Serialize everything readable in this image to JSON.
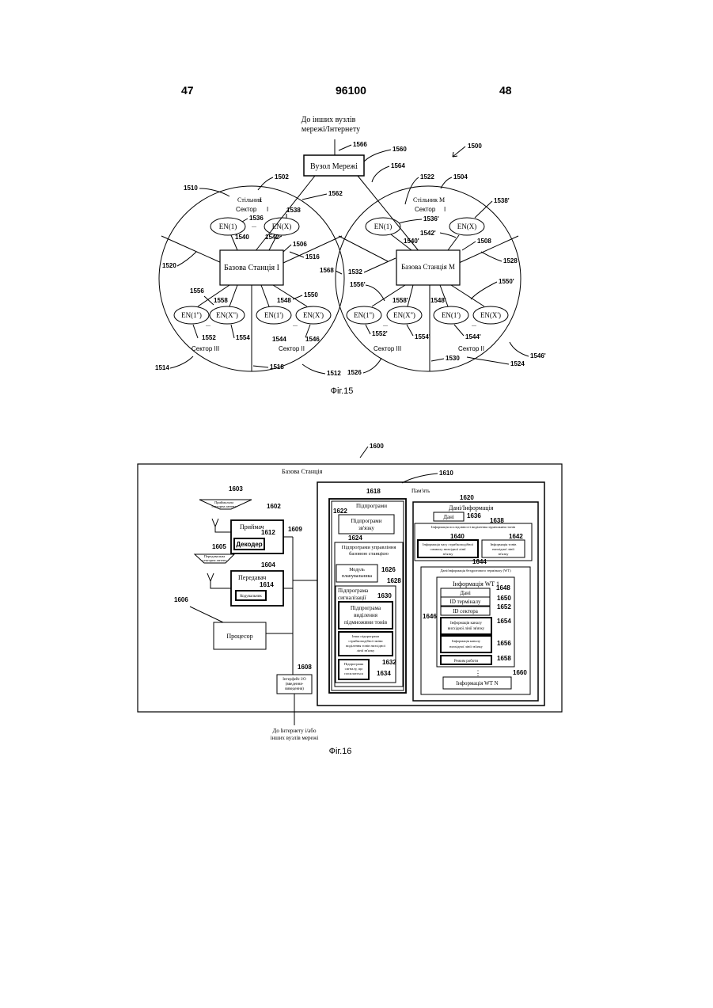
{
  "header": {
    "left_page": "47",
    "patent_number": "96100",
    "right_page": "48"
  },
  "fig15": {
    "caption": "Фіг.15",
    "top_label_line1": "До інших вузлів",
    "top_label_line2": "мережі/Інтернету",
    "network_node": "Вузол Мережі",
    "base_station_1": "Базова Станція І",
    "base_station_m": "Базова Станція М",
    "cell_1_label": "Стільник",
    "cell_1_num": "I",
    "cell_m_label": "Стільник",
    "cell_m_num": "M",
    "sector_1": "Сектор",
    "sector_1_num": "I",
    "sector_2": "Сектор II",
    "sector_3": "Сектор III",
    "en_1": "EN(1)",
    "en_x": "EN(X)",
    "en_1pp": "EN(1'')",
    "en_xpp": "EN(X'')",
    "en_1p": "EN(1')",
    "en_xp": "EN(X')",
    "dots": "...",
    "refs": {
      "r1500": "1500",
      "r1502": "1502",
      "r1504": "1504",
      "r1506": "1506",
      "r1508": "1508",
      "r1510": "1510",
      "r1512": "1512",
      "r1514": "1514",
      "r1516": "1516",
      "r1518": "1518",
      "r1520": "1520",
      "r1522": "1522",
      "r1524": "1524",
      "r1526": "1526",
      "r1528": "1528",
      "r1530": "1530",
      "r1532": "1532",
      "r1536": "1536",
      "r1536p": "1536'",
      "r1538": "1538",
      "r1538p": "1538'",
      "r1540": "1540",
      "r1540p": "1540'",
      "r1542": "1542",
      "r1542p": "1542'",
      "r1544": "1544",
      "r1544p": "1544'",
      "r1546": "1546",
      "r1546p": "1546'",
      "r1548": "1548",
      "r1548p": "1548'",
      "r1550": "1550",
      "r1550p": "1550'",
      "r1552": "1552",
      "r1552p": "1552'",
      "r1554": "1554",
      "r1554p": "1554'",
      "r1556": "1556",
      "r1556p": "1556'",
      "r1558": "1558",
      "r1558p": "1558'",
      "r1560": "1560",
      "r1562": "1562",
      "r1564": "1564",
      "r1566": "1566",
      "r1568": "1568"
    }
  },
  "fig16": {
    "caption": "Фіг.16",
    "base_station": "Базова Станція",
    "memory": "Пам'ять",
    "subroutines": "Підпрограми",
    "comm_routine_1": "Підпрограми",
    "comm_routine_2": "зв'язку",
    "bs_control_1": "Підпрограми управління",
    "bs_control_2": "базовою станцією",
    "scheduler_1": "Модуль",
    "scheduler_2": "планувальника",
    "signaling_1": "Підпрограма",
    "signaling_2": "сигналізації",
    "tone_alloc_1": "Підпрограма",
    "tone_alloc_2": "виділення",
    "tone_alloc_3": "підмножини тонів",
    "hop_1": "Інша підпрограма",
    "hop_2": "стрибкоподібної зміни",
    "hop_3": "виділення тонів низхідної",
    "hop_4": "лінії зв'язку",
    "beacon_1": "Підпрограма",
    "beacon_2": "сигналу, що",
    "beacon_3": "посилається",
    "data_info": "Дані/Інформація",
    "data": "Дані",
    "tone_seq_info": "Інформація послідовності виділення підмножини тонів",
    "time_info_1": "Інформація часу стрибкоподібної",
    "time_info_2": "символу низхідної лінії",
    "time_info_3": "зв'язку",
    "tone_info_1": "Інформація тонів",
    "tone_info_2": "низхідної лінії",
    "tone_info_3": "зв'язку",
    "wt_data": "Дані/інформація бездротового терміналу (WT)",
    "wt1_info": "Інформація WT 1",
    "wt1_data": "Дані",
    "terminal_id": "ID терміналу",
    "sector_id": "ID сектора",
    "ul_chan_1": "Інформація каналу",
    "ul_chan_2": "висхідної лінії зв'язку",
    "dl_chan_1": "Інформація каналу",
    "dl_chan_2": "низхідної лінії зв'язку",
    "mode": "Режим роботи",
    "vdots": "⋮",
    "wtn_info": "Інформація WT N",
    "processor": "Процесор",
    "receiver": "Приймач",
    "decoder": "Декодер",
    "transmitter": "Передавач",
    "encoder": "Кодувальник",
    "rx_ant_1": "Приймальна",
    "rx_ant_2": "секторна антена",
    "tx_ant_1": "Передавальна",
    "tx_ant_2": "секторна антена",
    "io_1": "Інтерфейс I/O",
    "io_2": "(введення-",
    "io_3": "виведення)",
    "bottom_1": "До Інтернету і/або",
    "bottom_2": "інших вузлів мережі",
    "refs": {
      "r1600": "1600",
      "r1602": "1602",
      "r1603": "1603",
      "r1604": "1604",
      "r1605": "1605",
      "r1606": "1606",
      "r1608": "1608",
      "r1609": "1609",
      "r1610": "1610",
      "r1612": "1612",
      "r1614": "1614",
      "r1618": "1618",
      "r1620": "1620",
      "r1622": "1622",
      "r1624": "1624",
      "r1626": "1626",
      "r1628": "1628",
      "r1630": "1630",
      "r1632": "1632",
      "r1634": "1634",
      "r1636": "1636",
      "r1638": "1638",
      "r1640": "1640",
      "r1642": "1642",
      "r1644": "1644",
      "r1646": "1646",
      "r1648": "1648",
      "r1650": "1650",
      "r1652": "1652",
      "r1654": "1654",
      "r1656": "1656",
      "r1658": "1658",
      "r1660": "1660"
    }
  }
}
